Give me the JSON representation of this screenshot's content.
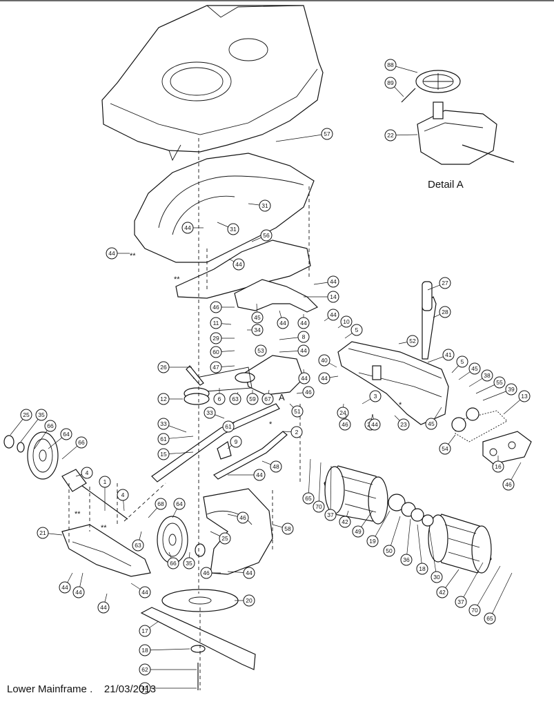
{
  "detail_label": "Detail A",
  "section_marker": "A",
  "footer": {
    "title": "Lower Mainframe",
    "separator": ".",
    "date": "21/03/2013"
  },
  "markers": {
    "double_star": "**",
    "star": "*"
  },
  "callouts": [
    {
      "id": "c88",
      "text": "88"
    },
    {
      "id": "c89",
      "text": "89"
    },
    {
      "id": "c22",
      "text": "22"
    },
    {
      "id": "c57",
      "text": "57"
    },
    {
      "id": "c31a",
      "text": "31"
    },
    {
      "id": "c31b",
      "text": "31"
    },
    {
      "id": "c44a",
      "text": "44"
    },
    {
      "id": "c44b",
      "text": "44"
    },
    {
      "id": "c56",
      "text": "56"
    },
    {
      "id": "c44c",
      "text": "44"
    },
    {
      "id": "c14",
      "text": "14"
    },
    {
      "id": "c44d",
      "text": "44"
    },
    {
      "id": "c46a",
      "text": "46"
    },
    {
      "id": "c45a",
      "text": "45"
    },
    {
      "id": "c44e",
      "text": "44"
    },
    {
      "id": "c44f",
      "text": "44"
    },
    {
      "id": "c44g",
      "text": "44"
    },
    {
      "id": "c10",
      "text": "10"
    },
    {
      "id": "c27",
      "text": "27"
    },
    {
      "id": "c28",
      "text": "28"
    },
    {
      "id": "c11",
      "text": "11"
    },
    {
      "id": "c34",
      "text": "34"
    },
    {
      "id": "c29",
      "text": "29"
    },
    {
      "id": "c8a",
      "text": "8"
    },
    {
      "id": "c5a",
      "text": "5"
    },
    {
      "id": "c52",
      "text": "52"
    },
    {
      "id": "c60",
      "text": "60"
    },
    {
      "id": "c53",
      "text": "53"
    },
    {
      "id": "c44h",
      "text": "44"
    },
    {
      "id": "c26",
      "text": "26"
    },
    {
      "id": "c47",
      "text": "47"
    },
    {
      "id": "c40",
      "text": "40"
    },
    {
      "id": "c41",
      "text": "41"
    },
    {
      "id": "c5b",
      "text": "5"
    },
    {
      "id": "c45b",
      "text": "45"
    },
    {
      "id": "c38",
      "text": "38"
    },
    {
      "id": "c55",
      "text": "55"
    },
    {
      "id": "c39",
      "text": "39"
    },
    {
      "id": "c13",
      "text": "13"
    },
    {
      "id": "c44i",
      "text": "44"
    },
    {
      "id": "c44j",
      "text": "44"
    },
    {
      "id": "c46b",
      "text": "46"
    },
    {
      "id": "c12",
      "text": "12"
    },
    {
      "id": "c6",
      "text": "6"
    },
    {
      "id": "c63a",
      "text": "63"
    },
    {
      "id": "c59",
      "text": "59"
    },
    {
      "id": "c67",
      "text": "67"
    },
    {
      "id": "c51",
      "text": "51"
    },
    {
      "id": "c3",
      "text": "3"
    },
    {
      "id": "c24a",
      "text": "24"
    },
    {
      "id": "c24b",
      "text": "24"
    },
    {
      "id": "c44k",
      "text": "44"
    },
    {
      "id": "c46c",
      "text": "46"
    },
    {
      "id": "c23",
      "text": "23"
    },
    {
      "id": "c45c",
      "text": "45"
    },
    {
      "id": "c54",
      "text": "54"
    },
    {
      "id": "c16",
      "text": "16"
    },
    {
      "id": "c46d",
      "text": "46"
    },
    {
      "id": "c33",
      "text": "33"
    },
    {
      "id": "c33b",
      "text": "33"
    },
    {
      "id": "c61a",
      "text": "61"
    },
    {
      "id": "c61b",
      "text": "61"
    },
    {
      "id": "c2",
      "text": "2"
    },
    {
      "id": "c25a",
      "text": "25"
    },
    {
      "id": "c35a",
      "text": "35"
    },
    {
      "id": "c66a",
      "text": "66"
    },
    {
      "id": "c64a",
      "text": "64"
    },
    {
      "id": "c66b",
      "text": "66"
    },
    {
      "id": "c15",
      "text": "15"
    },
    {
      "id": "c9",
      "text": "9"
    },
    {
      "id": "c48",
      "text": "48"
    },
    {
      "id": "c44l",
      "text": "44"
    },
    {
      "id": "c4a",
      "text": "4"
    },
    {
      "id": "c1",
      "text": "1"
    },
    {
      "id": "c4b",
      "text": "4"
    },
    {
      "id": "c65a",
      "text": "65"
    },
    {
      "id": "c70a",
      "text": "70"
    },
    {
      "id": "c37a",
      "text": "37"
    },
    {
      "id": "c42a",
      "text": "42"
    },
    {
      "id": "c49",
      "text": "49"
    },
    {
      "id": "c19",
      "text": "19"
    },
    {
      "id": "c50",
      "text": "50"
    },
    {
      "id": "c36",
      "text": "36"
    },
    {
      "id": "c18a",
      "text": "18"
    },
    {
      "id": "c30",
      "text": "30"
    },
    {
      "id": "c68",
      "text": "68"
    },
    {
      "id": "c64b",
      "text": "64"
    },
    {
      "id": "c46e",
      "text": "46"
    },
    {
      "id": "c58",
      "text": "58"
    },
    {
      "id": "c21",
      "text": "21"
    },
    {
      "id": "c63b",
      "text": "63"
    },
    {
      "id": "c66c",
      "text": "66"
    },
    {
      "id": "c35b",
      "text": "35"
    },
    {
      "id": "c25b",
      "text": "25"
    },
    {
      "id": "c44m",
      "text": "44"
    },
    {
      "id": "c46f",
      "text": "46"
    },
    {
      "id": "c44n",
      "text": "44"
    },
    {
      "id": "c44o",
      "text": "44"
    },
    {
      "id": "c44p",
      "text": "44"
    },
    {
      "id": "c44q",
      "text": "44"
    },
    {
      "id": "c20",
      "text": "20"
    },
    {
      "id": "c42b",
      "text": "42"
    },
    {
      "id": "c37b",
      "text": "37"
    },
    {
      "id": "c70b",
      "text": "70"
    },
    {
      "id": "c65b",
      "text": "65"
    },
    {
      "id": "c17",
      "text": "17"
    },
    {
      "id": "c18b",
      "text": "18"
    },
    {
      "id": "c62",
      "text": "62"
    },
    {
      "id": "c44r",
      "text": "44"
    }
  ]
}
